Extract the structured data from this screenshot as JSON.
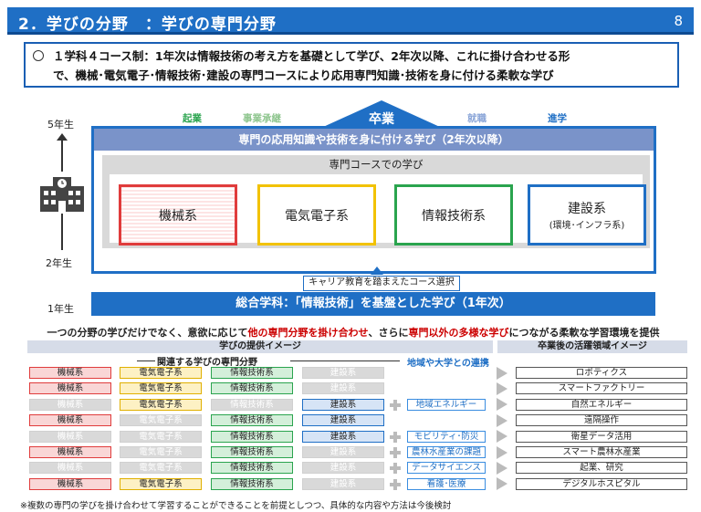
{
  "header": {
    "title": "2．学びの分野　：学びの専門分野",
    "page": "8"
  },
  "intro": {
    "line1": "１学科４コース制：1年次は情報技術の考え方を基礎として学び、2年次以降、これに掛け合わせる形",
    "line2": "で、機械･電気電子･情報技術･建設の専門コースにより応用専門知識･技術を身に付ける柔軟な学び"
  },
  "years": {
    "y5": "5年生",
    "y2": "2年生",
    "y1": "1年生"
  },
  "top": {
    "kigyo": "起業",
    "jigyo": "事業承継",
    "sotsugyo": "卒業",
    "shushoku": "就職",
    "shingaku": "進学"
  },
  "senmon": {
    "bar": "専門の応用知識や技術を身に付ける学び（2年次以降）",
    "label": "専門コースでの学び"
  },
  "courses": [
    {
      "name": "機械系",
      "sub": ""
    },
    {
      "name": "電気電子系",
      "sub": ""
    },
    {
      "name": "情報技術系",
      "sub": ""
    },
    {
      "name": "建設系",
      "sub": "(環境･インフラ系)"
    }
  ],
  "career": "キャリア教育を踏まえたコース選択",
  "sogo": "総合学科：「情報技術」を基盤とした学び（1年次）",
  "lead": {
    "a": "一つの分野の学びだけでなく、意欲に応じて",
    "b": "他の専門分野を掛け合わせ",
    "c": "、さらに",
    "d": "専門以外の多様な学び",
    "e": "につながる柔軟な学習環境を提供"
  },
  "table": {
    "h_left": "学びの提供イメージ",
    "h_right": "卒業後の活躍領域イメージ",
    "h_rel": "関連する学びの専門分野",
    "h_region": "地域や大学との連携",
    "rows": [
      {
        "k": "機械系",
        "d": "電気電子系",
        "j": "情報技術系",
        "c": "建設系",
        "on": [
          1,
          1,
          1,
          0
        ],
        "reg": "",
        "out": "ロボティクス"
      },
      {
        "k": "機械系",
        "d": "電気電子系",
        "j": "情報技術系",
        "c": "建設系",
        "on": [
          1,
          1,
          1,
          0
        ],
        "reg": "",
        "out": "スマートファクトリー"
      },
      {
        "k": "機械系",
        "d": "電気電子系",
        "j": "情報技術系",
        "c": "建設系",
        "on": [
          0,
          1,
          0,
          1
        ],
        "reg": "地域エネルギー",
        "out": "自然エネルギー"
      },
      {
        "k": "機械系",
        "d": "電気電子系",
        "j": "情報技術系",
        "c": "建設系",
        "on": [
          1,
          0,
          1,
          1
        ],
        "reg": "",
        "out": "遠隔操作"
      },
      {
        "k": "機械系",
        "d": "電気電子系",
        "j": "情報技術系",
        "c": "建設系",
        "on": [
          0,
          0,
          1,
          1
        ],
        "reg": "モビリティ･防災",
        "out": "衛星データ活用"
      },
      {
        "k": "機械系",
        "d": "電気電子系",
        "j": "情報技術系",
        "c": "建設系",
        "on": [
          1,
          0,
          1,
          0
        ],
        "reg": "農林水産業の課題",
        "out": "スマート農林水産業"
      },
      {
        "k": "機械系",
        "d": "電気電子系",
        "j": "情報技術系",
        "c": "建設系",
        "on": [
          0,
          0,
          1,
          0
        ],
        "reg": "データサイエンス",
        "out": "起業、研究"
      },
      {
        "k": "機械系",
        "d": "電気電子系",
        "j": "情報技術系",
        "c": "建設系",
        "on": [
          1,
          1,
          1,
          0
        ],
        "reg": "看護･医療",
        "out": "デジタルホスピタル"
      }
    ]
  },
  "footnote": "※複数の専門の学びを掛け合わせて学習することができることを前提としつつ、具体的な内容や方法は今後検討"
}
